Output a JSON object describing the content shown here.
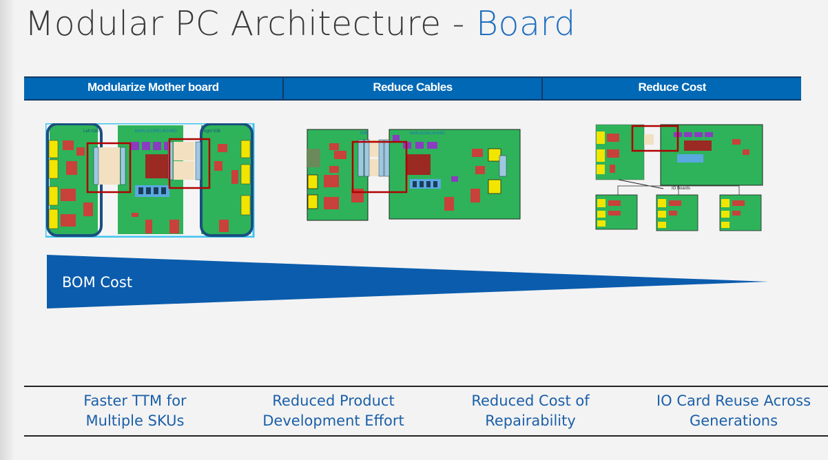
{
  "title": {
    "main": "Modular PC Architecture - ",
    "accent": "Board"
  },
  "header": [
    "Modularize Mother board",
    "Reduce Cables",
    "Reduce Cost"
  ],
  "diagrams": {
    "left_board": "Left IOB",
    "main_board": "MAIN (CORE) BOARD",
    "right_board": "Right IOB",
    "iob": "IOB",
    "io_boards": "IO Boards"
  },
  "bom": {
    "label": "BOM Cost",
    "color": "#0b5cad"
  },
  "benefits": [
    {
      "line1": "Faster TTM for",
      "line2": "Multiple SKUs"
    },
    {
      "line1": "Reduced Product",
      "line2": "Development Effort"
    },
    {
      "line1": "Reduced Cost of",
      "line2": "Repairability"
    },
    {
      "line1": "IO Card Reuse Across",
      "line2": "Generations"
    }
  ],
  "colors": {
    "accent": "#1f6fbf",
    "header": "#0068b5",
    "pcb": "#2eb35a",
    "highlight": "#b00000"
  }
}
